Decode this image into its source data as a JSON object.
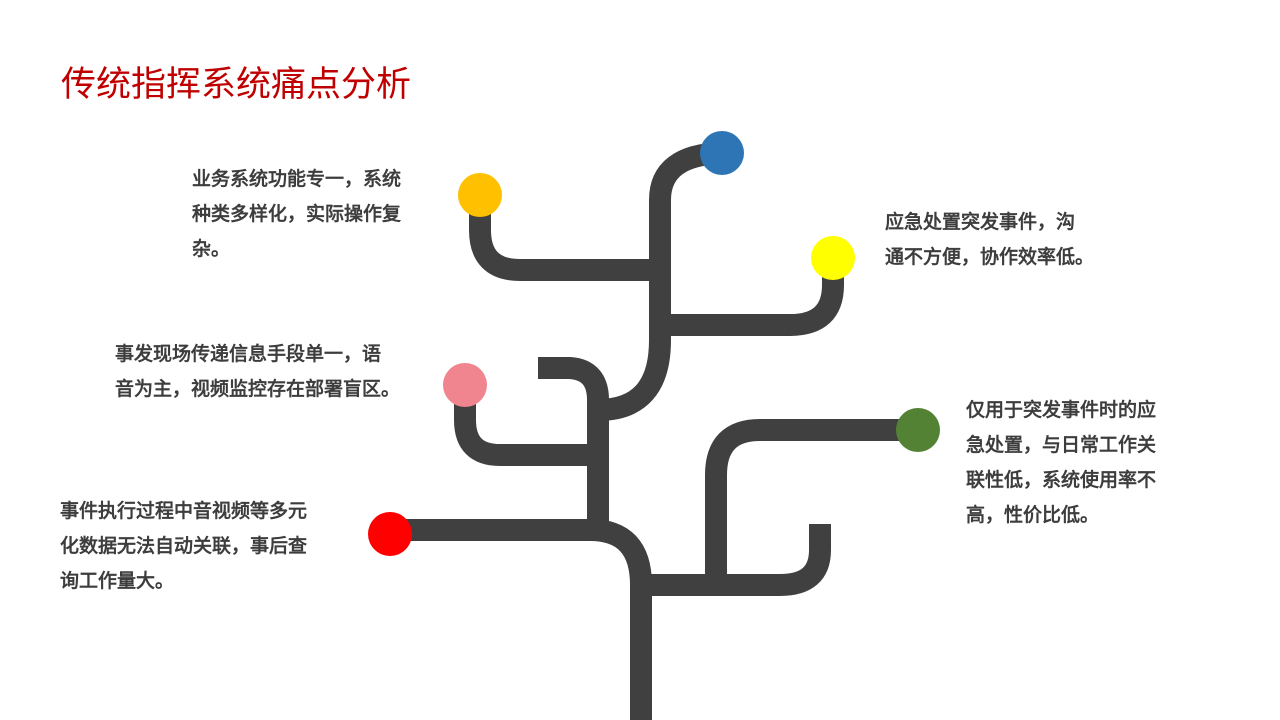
{
  "title": "传统指挥系统痛点分析",
  "branches": [
    {
      "id": "blue",
      "color": "#2e75b6"
    },
    {
      "id": "orange",
      "color": "#ffc000",
      "text": "业务系统功能专一，系统\n种类多样化，实际操作复\n杂。"
    },
    {
      "id": "yellow",
      "color": "#ffff00",
      "text": "应急处置突发事件，沟\n通不方便，协作效率低。"
    },
    {
      "id": "pink",
      "color": "#f08590",
      "text": "事发现场传递信息手段单一，语\n音为主，视频监控存在部署盲区。"
    },
    {
      "id": "green",
      "color": "#548235",
      "text": "仅用于突发事件时的应\n急处置，与日常工作关\n联性低，系统使用率不\n高，性价比低。"
    },
    {
      "id": "red",
      "color": "#ff0000",
      "text": "事件执行过程中音视频等多元\n化数据无法自动关联，事后查\n询工作量大。"
    }
  ],
  "trunk_color": "#404040"
}
